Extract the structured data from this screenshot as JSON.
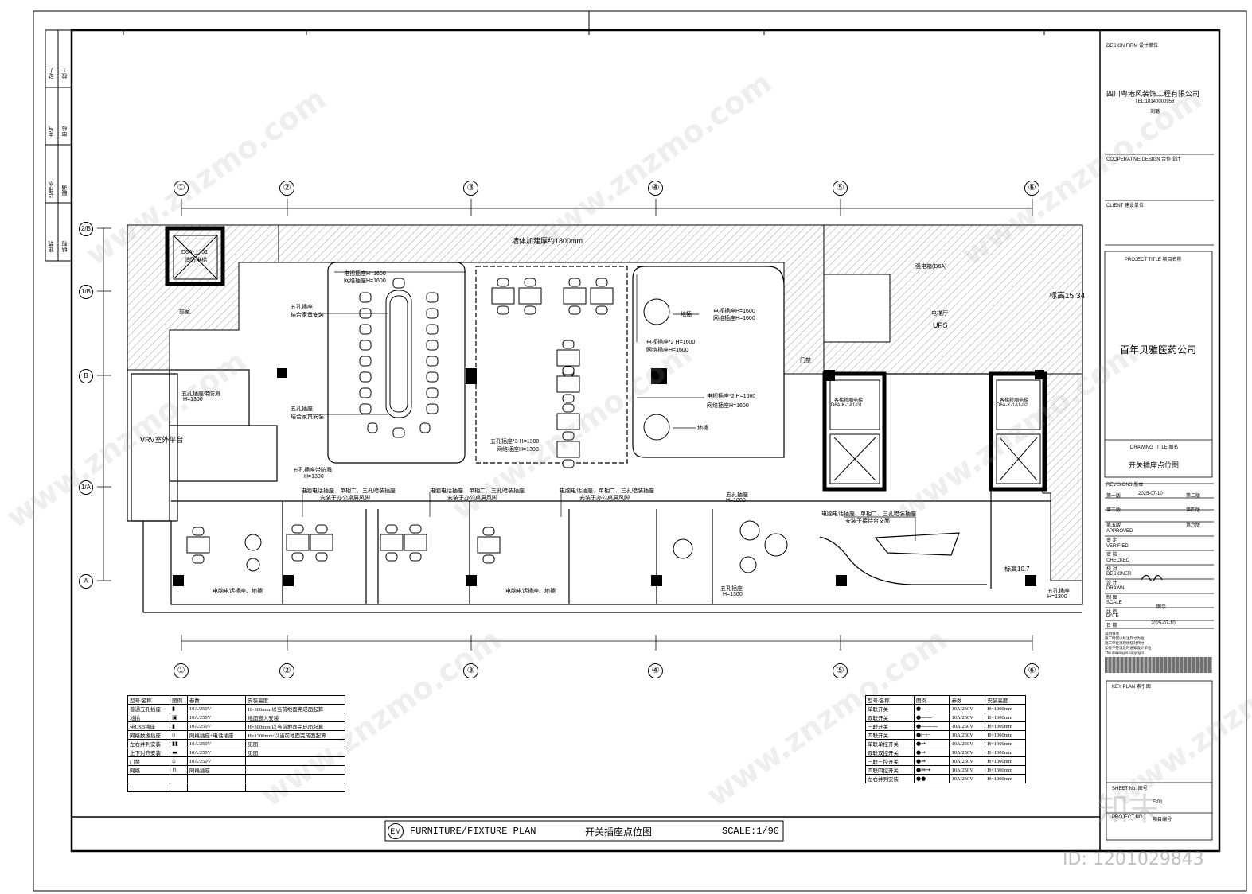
{
  "left_tab": {
    "cells": [
      "动力",
      "校工",
      "电气",
      "审核",
      "给排水",
      "暖通",
      "建筑",
      "结构"
    ]
  },
  "title_block": {
    "design_firm_label": "DESIGN FIRM   设计单位",
    "firm_name": "四川粤港风装饰工程有限公司",
    "firm_tel": "TEL:18140000958",
    "firm_person": "刘璐",
    "cooperative_label": "COOPERATIVE DESIGN   合作设计",
    "client_label": "CLIENT   建设单位",
    "project_title_label": "PROJECT TITLE   项目名称",
    "project_name": "百年贝雅医药公司",
    "drawing_title_label": "DRAWING TITLE   图名",
    "drawing_name": "开关插座点位图",
    "revisions_label": "REVISIONS  版本",
    "revisions": [
      {
        "left": "第一版",
        "date": "2025-07-10",
        "right": "第二版"
      },
      {
        "left": "第三版",
        "date": "",
        "right": "第四版"
      },
      {
        "left": "第五版",
        "date": "",
        "right": "第六版"
      }
    ],
    "approved_label": "APPROVED",
    "approved_cn": "审  定",
    "verified_label": "VERIFIED",
    "verified_cn": "审  核",
    "checked_label": "CHECKED",
    "checked_cn": "校  对",
    "designer_label": "DESIGNER",
    "designer_cn": "设  计",
    "drawn_label": "DRAWN",
    "drawn_cn": "制  图",
    "scale_label": "SCALE",
    "scale_cn": "比  例",
    "scale_value": "图示",
    "date_label": "DATE",
    "date_cn": "日  期",
    "date_value": "2025-07-10",
    "notes": [
      "说明事项",
      "施工时需以标注尺寸为准",
      "施工单位须现场核对尺寸",
      "如有不符须及时通知设计单位",
      "The drawing is copyright"
    ],
    "key_plan_label": "KEY PLAN   索引图",
    "sheet_no_label": "SHEET No.   图号",
    "sheet_no_value": "E-01",
    "project_no_label": "PROJECT NO.",
    "project_no_value": "项目编号"
  },
  "grid": {
    "columns": [
      "①",
      "②",
      "③",
      "④",
      "⑤",
      "⑥"
    ],
    "rows": [
      "2/B",
      "1/B",
      "B",
      "1/A",
      "A"
    ]
  },
  "plan_labels": {
    "corridor_dim": "墙体加建厚约1800mm",
    "room_top_left": "D6A-土-01",
    "room_top_left_sub": "消防电梯",
    "stair_label": "前室",
    "vrv": "VRV室外平台",
    "note_sockets_1": "五孔插座\n结合家具安装",
    "note_sockets_2": "五孔插座\n结合家具安装",
    "note_tv_1": "电视插座H=1600",
    "note_net_1": "网络插座H=1600",
    "note_tv_2": "电视插座H=1600",
    "note_net_2": "网络插座H=1600",
    "note_tv_3": "电视插座*2 H=1600",
    "note_net_3": "网络插座H=1600",
    "note_tv_4": "电视插座*2 H=1600",
    "note_net_4": "网络插座H=1600",
    "floor_socket_1": "地插",
    "floor_socket_2": "地插",
    "five_socket_h1300": "五孔插座*3 H=1300",
    "net_socket_h1300": "网络插座H=1300",
    "five_socket_waterproof_1": "五孔插座带防溅",
    "five_socket_waterproof_1_h": "H=1300",
    "five_socket_waterproof_2": "五孔插座带防溅",
    "five_socket_waterproof_2_h": "H=1300",
    "screen_note_1": "电脑电话插座、单相二、三孔暗装插座",
    "screen_note_1b": "安装于办公桌屏风脚",
    "screen_note_2": "电脑电话插座、单相二、三孔暗装插座",
    "screen_note_2b": "安装于办公桌屏风脚",
    "screen_note_3": "电脑电话插座、单相二、三孔暗装插座",
    "screen_note_3b": "安装于办公桌屏风脚",
    "reception_note": "电脑电话插座、单相二、三孔暗装插座",
    "reception_note_b": "安装于接待台文面",
    "bottom_note_1": "电脑电话插座、地插",
    "bottom_note_2": "电脑电话插座、地插",
    "five_socket_h1000": "五孔插座",
    "five_socket_h1000_h": "H=1000",
    "five_socket_h1300_b": "五孔插座",
    "five_socket_h1300_bh": "H=1300",
    "five_socket_right": "五孔插座",
    "five_socket_right_h": "H=1300",
    "elev_label_1": "D6A-K-1A1-01",
    "elev_label_2": "D6A-K-1A1-02",
    "elev_top": "客梯轿厢电梯",
    "door_label": "门禁",
    "ups_label": "UPS",
    "lift_room": "电梯厅",
    "high_dim": "标高15.34",
    "low_dim": "标高10.7",
    "strong_box": "强电箱(D6A)"
  },
  "legend_left": {
    "headers": [
      "型号/名称",
      "图例",
      "参数",
      "安装高度"
    ],
    "rows": [
      [
        "普通五孔插座",
        "",
        "10A/250V",
        "H=300mm/以当前地面完成面起算"
      ],
      [
        "地插",
        "",
        "10A/250V",
        "地面嵌入安装"
      ],
      [
        "带USB插座",
        "",
        "10A/250V",
        "H=300mm/以当前地面完成面起算"
      ],
      [
        "网络数据插座",
        "",
        "网络插座+电话插座",
        "H=1300mm/以当前地面完成面起算"
      ],
      [
        "左右并列安装",
        "",
        "10A/250V",
        "见图"
      ],
      [
        "上下对齐安装",
        "",
        "10A/250V",
        "见图"
      ],
      [
        "门禁",
        "",
        "10A/250V",
        ""
      ],
      [
        "网络",
        "",
        "网络插座",
        ""
      ],
      [
        "",
        "",
        "",
        ""
      ],
      [
        "",
        "",
        "",
        ""
      ]
    ]
  },
  "legend_right": {
    "headers": [
      "型号/名称",
      "图例",
      "参数",
      "安装高度"
    ],
    "rows": [
      [
        "单联开关",
        "",
        "10A/250V",
        "H=1300mm"
      ],
      [
        "双联开关",
        "",
        "10A/250V",
        "H=1300mm"
      ],
      [
        "三联开关",
        "",
        "10A/250V",
        "H=1300mm"
      ],
      [
        "四联开关",
        "",
        "10A/250V",
        "H=1300mm"
      ],
      [
        "单联单控开关",
        "",
        "10A/250V",
        "H=1300mm"
      ],
      [
        "双联双控开关",
        "",
        "10A/250V",
        "H=1300mm"
      ],
      [
        "三联三控开关",
        "",
        "10A/250V",
        "H=1300mm"
      ],
      [
        "四联四控开关",
        "",
        "10A/250V",
        "H=1300mm"
      ],
      [
        "左右并列安装",
        "",
        "10A/250V",
        "H=1300mm"
      ]
    ]
  },
  "footer": {
    "em_badge": "EM",
    "title_en": "FURNITURE/FIXTURE PLAN",
    "title_cn": "开关插座点位图",
    "scale": "SCALE:1/90"
  },
  "watermark": {
    "site": "www.znzmo.com",
    "brand": "知末",
    "id": "ID: 1201029843"
  }
}
